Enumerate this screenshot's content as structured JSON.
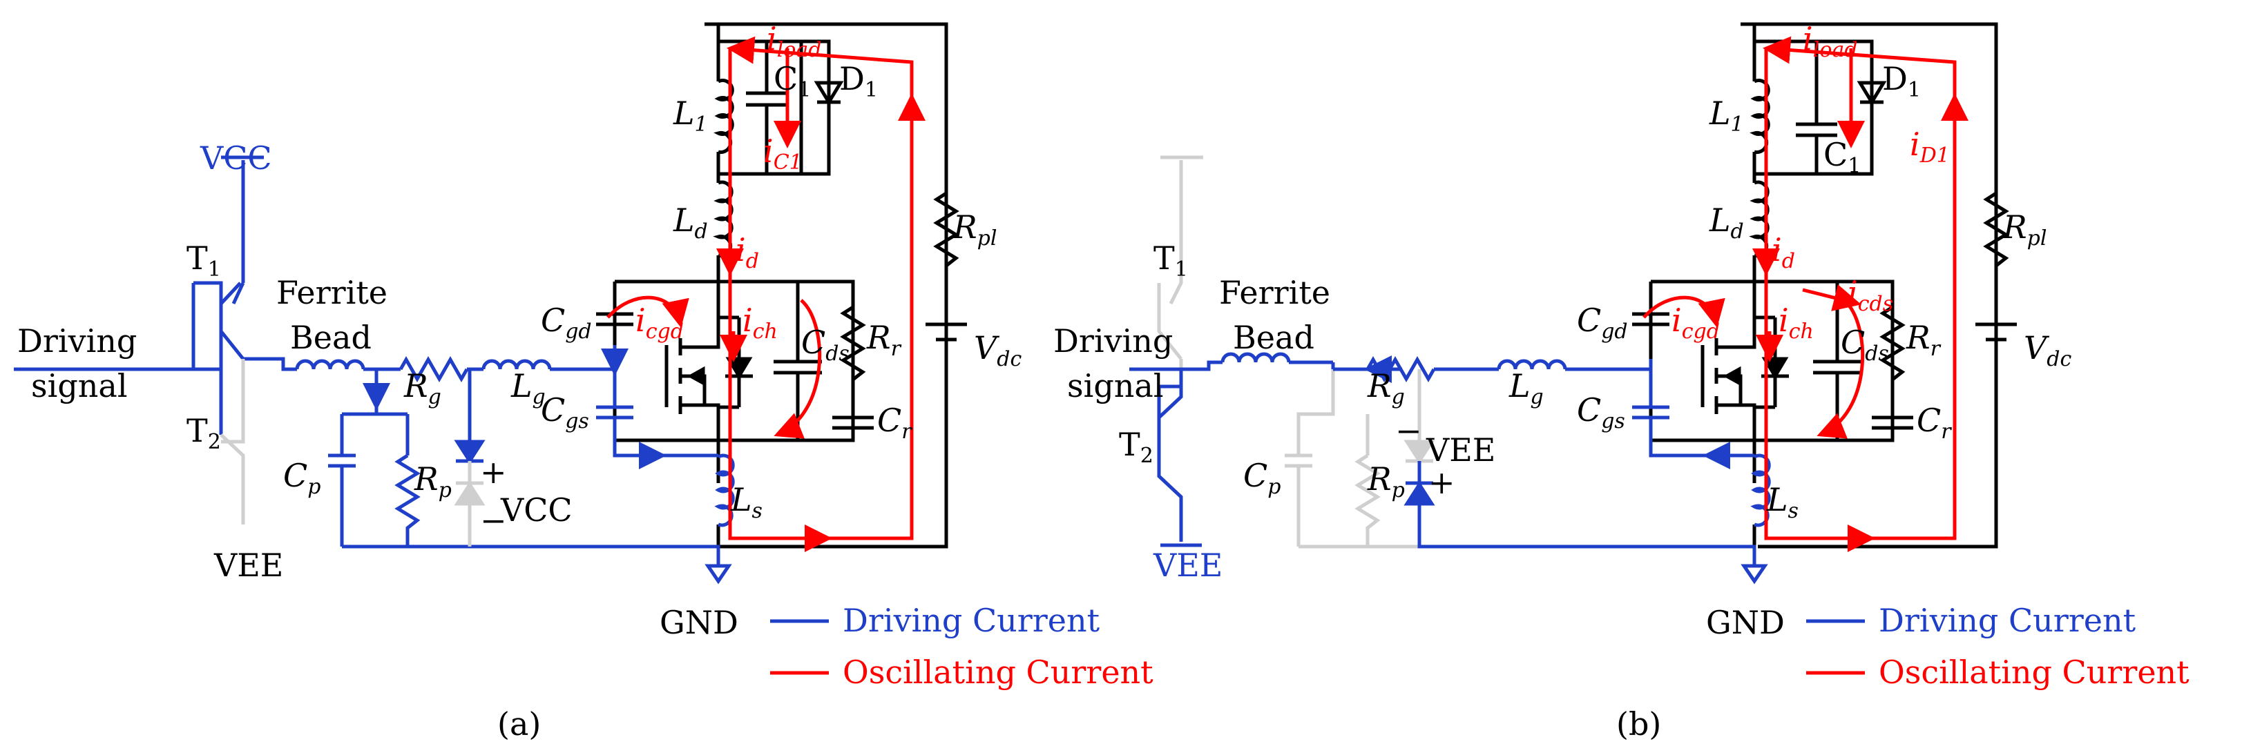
{
  "labels": {
    "vcc": "VCC",
    "vee": "VEE",
    "t1": "T",
    "t1_sub": "1",
    "t2": "T",
    "t2_sub": "2",
    "ferrite": "Ferrite",
    "bead": "Bead",
    "driving": "Driving",
    "signal": "signal",
    "rg": "R",
    "rg_sub": "g",
    "lg": "L",
    "lg_sub": "g",
    "cp": "C",
    "cp_sub": "p",
    "rp": "R",
    "rp_sub": "p",
    "cgd": "C",
    "cgd_sub": "gd",
    "cgs": "C",
    "cgs_sub": "gs",
    "cds": "C",
    "cds_sub": "ds",
    "rr": "R",
    "rr_sub": "r",
    "cr": "C",
    "cr_sub": "r",
    "l1": "L",
    "l1_sub": "1",
    "ld": "L",
    "ld_sub": "d",
    "ls": "L",
    "ls_sub": "s",
    "rpl": "R",
    "rpl_sub": "pl",
    "vdc": "V",
    "vdc_sub_a": "dc",
    "vdc_sub_b": "dc",
    "c1": "C",
    "c1_sub": "1",
    "d1": "D",
    "d1_sub": "1",
    "gnd": "GND",
    "plus": "+",
    "minus": "−"
  },
  "currents": {
    "i": "i",
    "load_sub": "load",
    "c1_sub": "C1",
    "d1_sub": "D1",
    "d_sub": "d",
    "cgd_sub": "cgd",
    "ch_sub": "ch",
    "cds_sub": "cds"
  },
  "legend": {
    "driving": "Driving Current",
    "oscillating": "Oscillating Current"
  },
  "panels": {
    "a": "(a)",
    "b": "(b)"
  },
  "colors": {
    "driving": "#1f3fc8",
    "oscillating": "#ff0000",
    "inactive": "#cfcfcf",
    "wire": "#000000"
  }
}
